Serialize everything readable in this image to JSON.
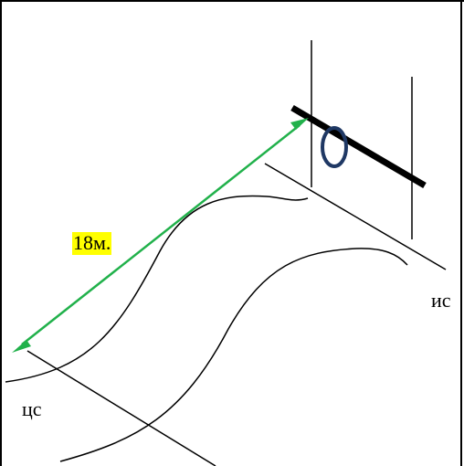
{
  "labels": {
    "distance": "18м.",
    "end_zone": "ис",
    "center_zone": "цс"
  },
  "colors": {
    "arrow": "#21b14b",
    "highlight": "#ffff00",
    "hoop": "#1f3864",
    "line": "#000000"
  }
}
